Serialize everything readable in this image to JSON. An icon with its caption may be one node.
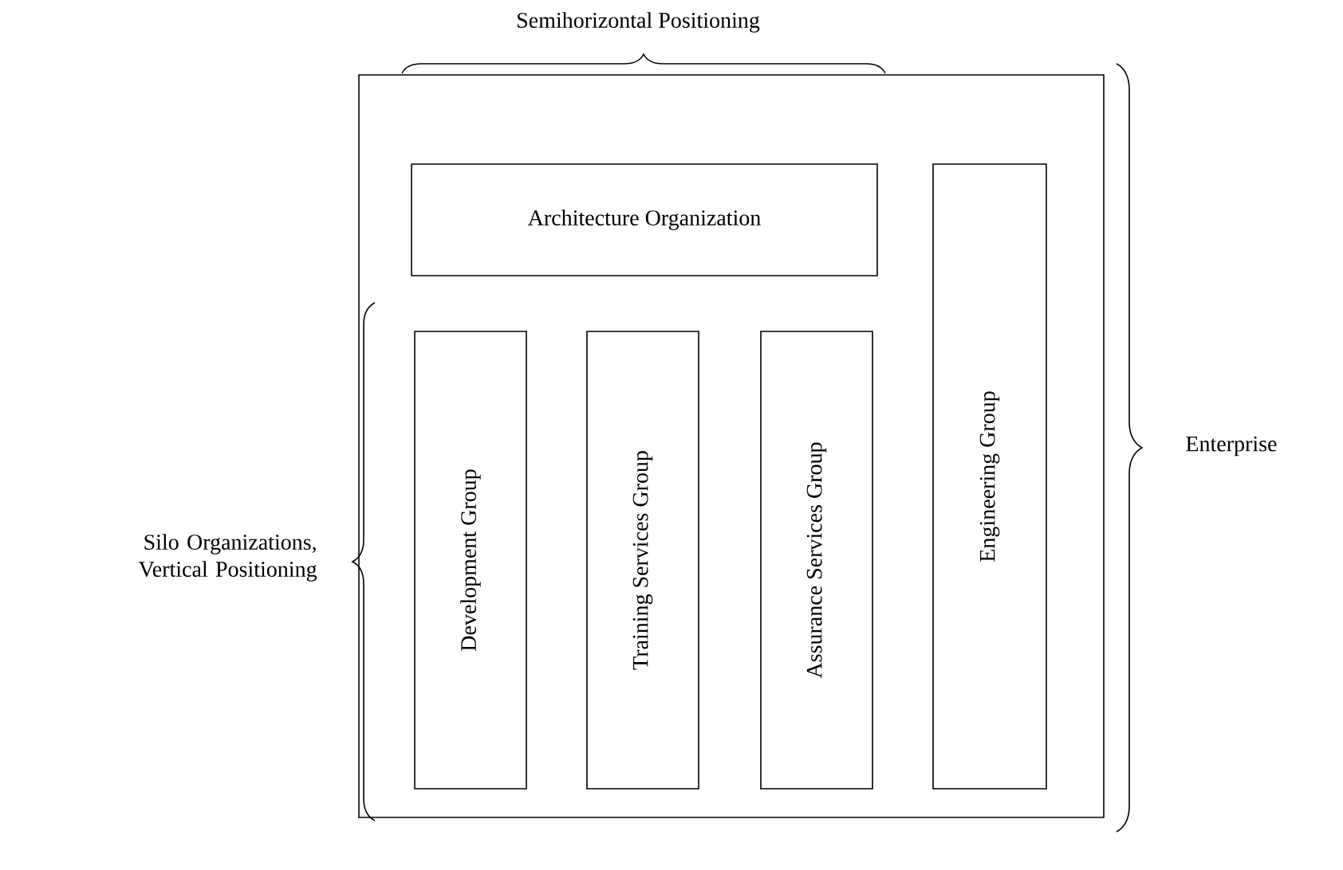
{
  "diagram": {
    "nodes": [
      {
        "text": [],
        "shape": "box"
      },
      {
        "text": [
          "Architecture Organization"
        ],
        "in": 0
      },
      {
        "text": [
          "Development Group"
        ],
        "in": 0
      },
      {
        "text": [
          "Training Services Group"
        ],
        "in": 0
      },
      {
        "text": [
          "Assurance Services Group"
        ],
        "in": 0
      },
      {
        "text": [
          "Engineering Group"
        ],
        "in": 0
      }
    ],
    "labels": [
      "Semihorizontal Positioning",
      "Silo Organizations, Vertical Positioning",
      "Enterprise"
    ]
  }
}
